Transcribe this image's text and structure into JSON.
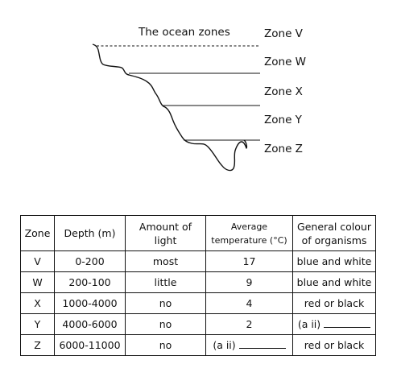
{
  "diagram": {
    "title": "The ocean zones",
    "zones": [
      "Zone V",
      "Zone W",
      "Zone X",
      "Zone Y",
      "Zone Z"
    ]
  },
  "table": {
    "headers": {
      "zone": "Zone",
      "depth": "Depth (m)",
      "light_line1": "Amount of",
      "light_line2": "light",
      "temp_line1": "Average",
      "temp_line2": "temperature (°C)",
      "colour_line1": "General colour",
      "colour_line2": "of organisms"
    },
    "rows": [
      {
        "zone": "V",
        "depth": "0-200",
        "light": "most",
        "temp": "17",
        "colour": "blue and white"
      },
      {
        "zone": "W",
        "depth": "200-100",
        "light": "little",
        "temp": "9",
        "colour": "blue and white"
      },
      {
        "zone": "X",
        "depth": "1000-4000",
        "light": "no",
        "temp": "4",
        "colour": "red or black"
      },
      {
        "zone": "Y",
        "depth": "4000-6000",
        "light": "no",
        "temp": "2",
        "colour": "(a ii)"
      },
      {
        "zone": "Z",
        "depth": "6000-11000",
        "light": "no",
        "temp": "(a ii)",
        "colour": "red or black"
      }
    ]
  }
}
